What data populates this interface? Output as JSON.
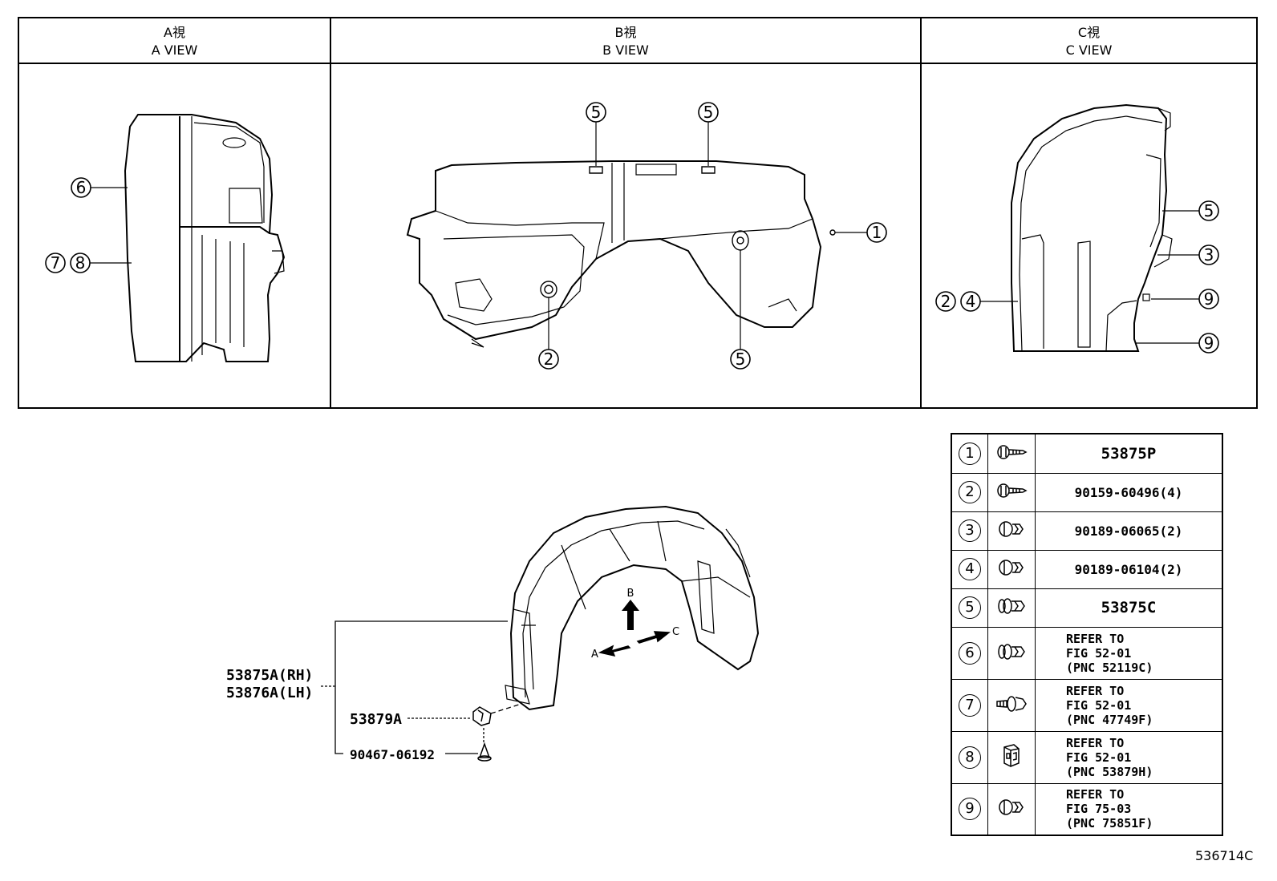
{
  "views": [
    {
      "id": "a",
      "title_jp": "A視",
      "title_en": "A VIEW",
      "callouts": [
        "6",
        "7",
        "8"
      ]
    },
    {
      "id": "b",
      "title_jp": "B視",
      "title_en": "B VIEW",
      "callouts": [
        "5",
        "5",
        "1",
        "2",
        "5"
      ]
    },
    {
      "id": "c",
      "title_jp": "C視",
      "title_en": "C VIEW",
      "callouts": [
        "5",
        "3",
        "2",
        "4",
        "9",
        "9"
      ]
    }
  ],
  "main": {
    "part_rh": "53875A(RH)",
    "part_lh": "53876A(LH)",
    "clip": "53879A",
    "nut": "90467-06192",
    "arrows": [
      "A",
      "B",
      "C"
    ]
  },
  "legend": [
    {
      "num": "1",
      "icon": "screw-icon",
      "part": "53875P"
    },
    {
      "num": "2",
      "icon": "screw-icon",
      "part": "90159-60496(4)"
    },
    {
      "num": "3",
      "icon": "clip-icon",
      "part": "90189-06065(2)"
    },
    {
      "num": "4",
      "icon": "clip-icon",
      "part": "90189-06104(2)"
    },
    {
      "num": "5",
      "icon": "push-rivet-icon",
      "part": "53875C"
    },
    {
      "num": "6",
      "icon": "push-rivet-icon",
      "refer": [
        "REFER TO",
        "FIG 52-01",
        "(PNC 52119C)"
      ]
    },
    {
      "num": "7",
      "icon": "grommet-screw-icon",
      "refer": [
        "REFER TO",
        "FIG 52-01",
        "(PNC 47749F)"
      ]
    },
    {
      "num": "8",
      "icon": "nut-clip-icon",
      "refer": [
        "REFER TO",
        "FIG 52-01",
        "(PNC 53879H)"
      ]
    },
    {
      "num": "9",
      "icon": "clip-icon",
      "refer": [
        "REFER TO",
        "FIG 75-03",
        "(PNC 75851F)"
      ]
    }
  ],
  "figure_id": "536714C"
}
